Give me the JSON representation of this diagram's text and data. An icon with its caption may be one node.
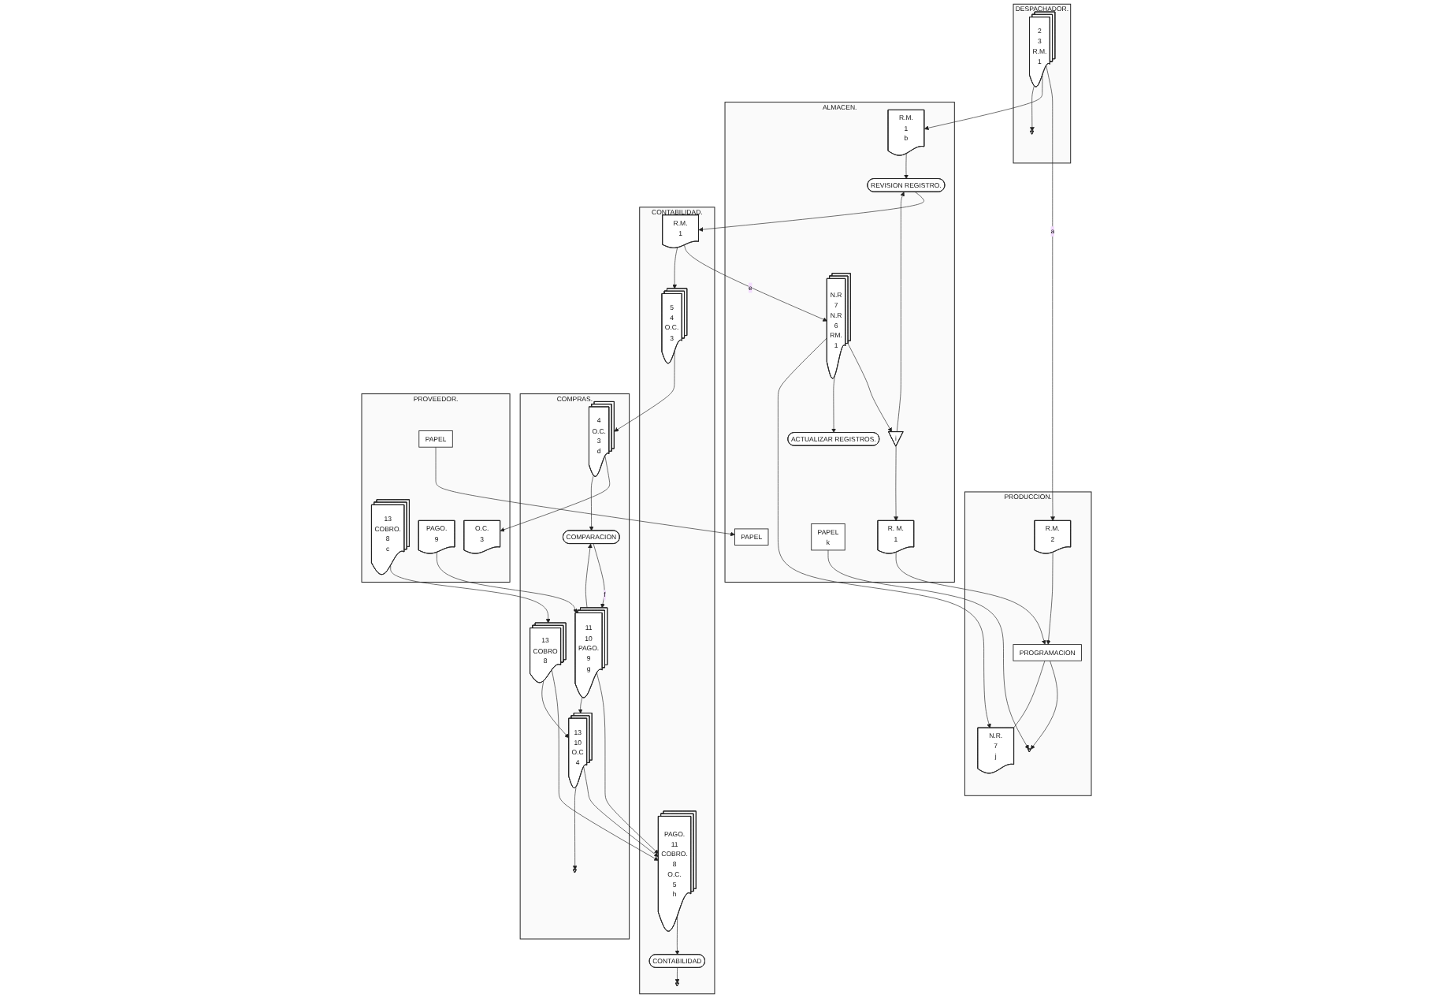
{
  "diagram": {
    "nodes": [
      {
        "text": [
          "PRODUCCION."
        ]
      },
      {
        "text": [
          "R.M.",
          "2"
        ],
        "in": 0
      },
      {
        "text": [
          "PROGRAMACION"
        ],
        "in": 0
      },
      {
        "text": [],
        "shape": "triangle",
        "in": 0
      },
      {
        "text": [
          "N.R.",
          "7",
          "j"
        ],
        "in": 0
      },
      {
        "text": [
          "DESPACHADOR."
        ]
      },
      {
        "text": [
          "2",
          "3",
          "R.M.",
          "1"
        ],
        "in": 5
      },
      {
        "text": [],
        "shape": "triangle",
        "in": 5
      },
      {
        "text": [
          "ALMACEN."
        ]
      },
      {
        "text": [
          "R.M.",
          "1",
          "b"
        ],
        "in": 8
      },
      {
        "text": [
          "REVISION REGISTRO."
        ],
        "in": 8
      },
      {
        "text": [
          "PAPEL",
          "k"
        ],
        "in": 8
      },
      {
        "text": [
          "R. M.",
          "1"
        ],
        "in": 8
      },
      {
        "text": [
          "i"
        ],
        "in": 8
      },
      {
        "text": [
          "N.R",
          "7",
          "N.R",
          "6",
          "RM.",
          "1"
        ],
        "in": 8
      },
      {
        "text": [
          "ACTUALIZAR REGISTROS."
        ],
        "in": 8
      },
      {
        "text": [
          "PAPEL"
        ],
        "in": 8
      },
      {
        "text": [
          "CONTABILIDAD."
        ]
      },
      {
        "text": [
          "R.M.",
          "1"
        ],
        "in": 17
      },
      {
        "text": [
          "5",
          "4",
          "O.C.",
          "3"
        ],
        "in": 17
      },
      {
        "text": [
          "PAGO.",
          "11",
          "COBRO.",
          "8",
          "O.C.",
          "5",
          "h"
        ],
        "in": 17
      },
      {
        "text": [
          "CONTABILIDAD"
        ],
        "in": 17
      },
      {
        "text": [],
        "shape": "triangle",
        "in": 17
      },
      {
        "text": [
          "COMPRAS."
        ]
      },
      {
        "text": [
          "4",
          "O.C.",
          "3",
          "d"
        ],
        "in": 23
      },
      {
        "text": [
          "COMPARACION"
        ],
        "in": 23
      },
      {
        "text": [
          "11",
          "10",
          "PAGO.",
          "9",
          "g"
        ],
        "in": 23
      },
      {
        "text": [
          "13",
          "COBRO",
          "8"
        ],
        "in": 23
      },
      {
        "text": [
          "13",
          "10",
          "O.C",
          "4"
        ],
        "in": 23
      },
      {
        "text": [],
        "shape": "triangle",
        "in": 23
      },
      {
        "text": [
          "PROVEEDOR."
        ]
      },
      {
        "text": [
          "O.C.",
          "3"
        ],
        "in": 30
      },
      {
        "text": [
          "PAGO.",
          "9"
        ],
        "in": 30
      },
      {
        "text": [
          "13",
          "COBRO.",
          "8",
          "c"
        ],
        "in": 30
      },
      {
        "text": [
          "PAPEL"
        ],
        "in": 30
      }
    ],
    "edges": [
      {
        "from": 6,
        "to": 1,
        "arrow": "to",
        "label": "a"
      },
      {
        "from": 6,
        "to": 9,
        "arrow": "to"
      },
      {
        "from": 6,
        "to": 7,
        "arrow": "to"
      },
      {
        "from": 1,
        "to": 2,
        "arrow": "to"
      },
      {
        "from": 2,
        "to": 3,
        "arrow": "to"
      },
      {
        "from": 2,
        "to": 4,
        "arrow": "none"
      },
      {
        "from": 9,
        "to": 10,
        "arrow": "to"
      },
      {
        "from": 13,
        "to": 10,
        "arrow": "to"
      },
      {
        "from": 10,
        "to": 18,
        "arrow": "to"
      },
      {
        "from": 11,
        "to": 3,
        "arrow": "to"
      },
      {
        "from": 12,
        "to": 2,
        "arrow": "to"
      },
      {
        "from": 13,
        "to": 12,
        "arrow": "to"
      },
      {
        "from": 14,
        "to": 13,
        "arrow": "to"
      },
      {
        "from": 14,
        "to": 15,
        "arrow": "to"
      },
      {
        "from": 14,
        "to": 4,
        "arrow": "to"
      },
      {
        "from": 18,
        "to": 14,
        "arrow": "to",
        "label": "e"
      },
      {
        "from": 18,
        "to": 19,
        "arrow": "to"
      },
      {
        "from": 19,
        "to": 24,
        "arrow": "to"
      },
      {
        "from": 24,
        "to": 31,
        "arrow": "to"
      },
      {
        "from": 24,
        "to": 25,
        "arrow": "to"
      },
      {
        "from": 25,
        "to": 26,
        "arrow": "to",
        "label": "f"
      },
      {
        "from": 26,
        "to": 25,
        "arrow": "to"
      },
      {
        "from": 26,
        "to": 20,
        "arrow": "to"
      },
      {
        "from": 27,
        "to": 20,
        "arrow": "to"
      },
      {
        "from": 28,
        "to": 20,
        "arrow": "to"
      },
      {
        "from": 20,
        "to": 21,
        "arrow": "to"
      },
      {
        "from": 21,
        "to": 22,
        "arrow": "to"
      },
      {
        "from": 32,
        "to": 26,
        "arrow": "to"
      },
      {
        "from": 33,
        "to": 27,
        "arrow": "to"
      },
      {
        "from": 26,
        "to": 28,
        "arrow": "to"
      },
      {
        "from": 27,
        "to": 28,
        "arrow": "to"
      },
      {
        "from": 28,
        "to": 29,
        "arrow": "to"
      },
      {
        "from": 34,
        "to": 16,
        "arrow": "to"
      }
    ]
  }
}
